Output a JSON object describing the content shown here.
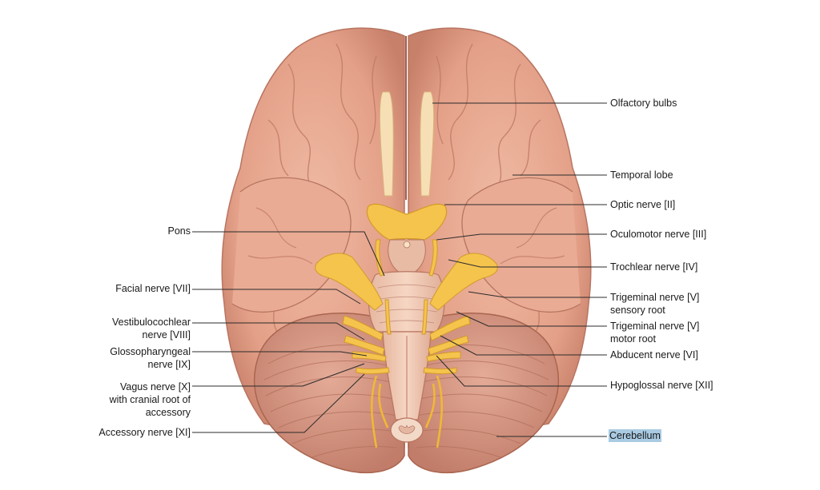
{
  "colors": {
    "brain_fill": "#e6a48c",
    "brain_dark": "#b76d57",
    "brain_light": "#f1c0aa",
    "cerebellum": "#d49381",
    "nerve_yellow": "#f5c44d",
    "leader_line": "#2b2b2b",
    "highlight": "#a9cbe3"
  },
  "labels": {
    "left": [
      {
        "id": "pons",
        "lines": [
          "Pons"
        ]
      },
      {
        "id": "facial",
        "lines": [
          "Facial nerve [VII]"
        ]
      },
      {
        "id": "vestibulocochlear",
        "lines": [
          "Vestibulocochlear",
          "nerve [VIII]"
        ]
      },
      {
        "id": "glossopharyngeal",
        "lines": [
          "Glossopharyngeal",
          "nerve [IX]"
        ]
      },
      {
        "id": "vagus",
        "lines": [
          "Vagus nerve [X]",
          "with cranial root of",
          "accessory"
        ]
      },
      {
        "id": "accessory",
        "lines": [
          "Accessory nerve [XI]"
        ]
      }
    ],
    "right": [
      {
        "id": "olfactory",
        "lines": [
          "Olfactory bulbs"
        ]
      },
      {
        "id": "temporal",
        "lines": [
          "Temporal lobe"
        ]
      },
      {
        "id": "optic",
        "lines": [
          "Optic nerve [II]"
        ]
      },
      {
        "id": "oculomotor",
        "lines": [
          "Oculomotor nerve [III]"
        ]
      },
      {
        "id": "trochlear",
        "lines": [
          "Trochlear nerve [IV]"
        ]
      },
      {
        "id": "trigeminal_sensory",
        "lines": [
          "Trigeminal nerve [V]",
          "sensory root"
        ]
      },
      {
        "id": "trigeminal_motor",
        "lines": [
          "Trigeminal nerve [V]",
          "motor root"
        ]
      },
      {
        "id": "abducent",
        "lines": [
          "Abducent nerve [VI]"
        ]
      },
      {
        "id": "hypoglossal",
        "lines": [
          "Hypoglossal nerve [XII]"
        ]
      },
      {
        "id": "cerebellum",
        "lines": [
          "Cerebellum"
        ],
        "highlighted": true
      }
    ]
  }
}
